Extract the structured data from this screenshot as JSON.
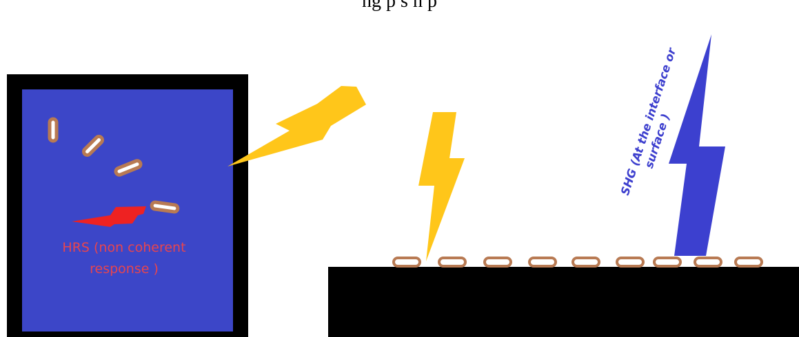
{
  "caption_top": "ng p                    s        h     p",
  "hrs_label": {
    "line1": "HRS (non coherent",
    "line2": "response )"
  },
  "shg_label": {
    "line1": "SHG (At the interface or",
    "line2": "surface )"
  },
  "colors": {
    "bulk_frame": "#000000",
    "bulk_fill": "#3c46c8",
    "incident_beam": "#ffc61a",
    "hrs_bolt": "#ee2222",
    "hrs_text": "#e8454e",
    "shg_bolt": "#3c40cf",
    "shg_text": "#3d3fce",
    "molecule_stroke": "#b87a53",
    "molecule_fill": "#ffffff",
    "substrate": "#000000"
  },
  "icons": {
    "incident_beam": "lightning-bolt-icon",
    "hrs_beam": "lightning-bolt-icon",
    "shg_beam": "lightning-bolt-icon",
    "molecule": "rod-molecule-icon"
  }
}
